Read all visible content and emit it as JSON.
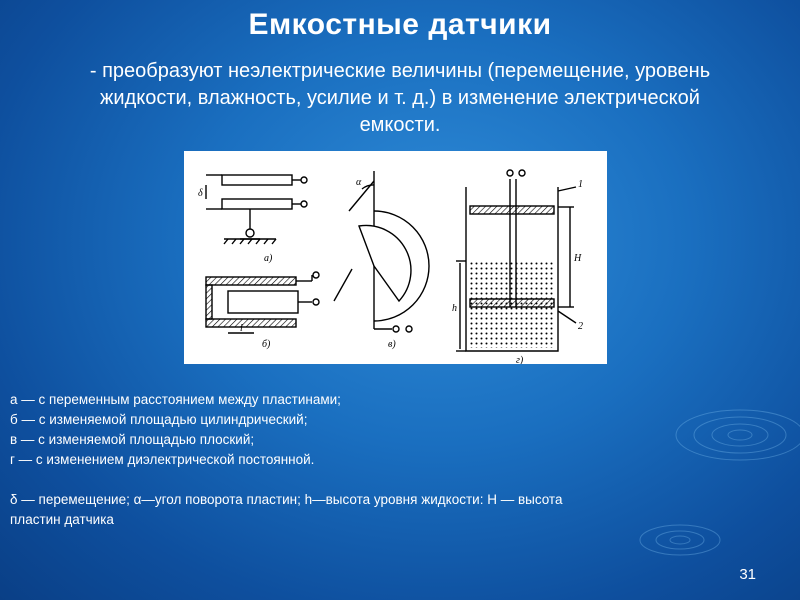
{
  "slide": {
    "title": "Емкостные датчики",
    "subtitle_line1": "- преобразуют неэлектрические величины (перемещение, уровень",
    "subtitle_line2": "жидкости, влажность, усилие и т. д.) в изменение электрической",
    "subtitle_line3": "емкости.",
    "page_number": "31"
  },
  "figure": {
    "label_a": "а)",
    "label_b": "б)",
    "label_v": "в)",
    "label_g": "г)",
    "label_delta": "δ",
    "label_alpha": "α",
    "label_l": "l",
    "label_h": "h",
    "label_H": "H",
    "label_1": "1",
    "label_2": "2"
  },
  "captions": {
    "a": "а — с переменным расстоянием между пластинами;",
    "b": "б — с изменяемой площадью цилиндрический;",
    "v": "в — с изменяемой площадью плоский;",
    "g": "г — с изменением диэлектрической постоянной.",
    "legend_line1": "δ — перемещение; α—угол поворота пластин; h—высота уровня жидкости: Н — высота",
    "legend_line2": "пластин датчика"
  }
}
